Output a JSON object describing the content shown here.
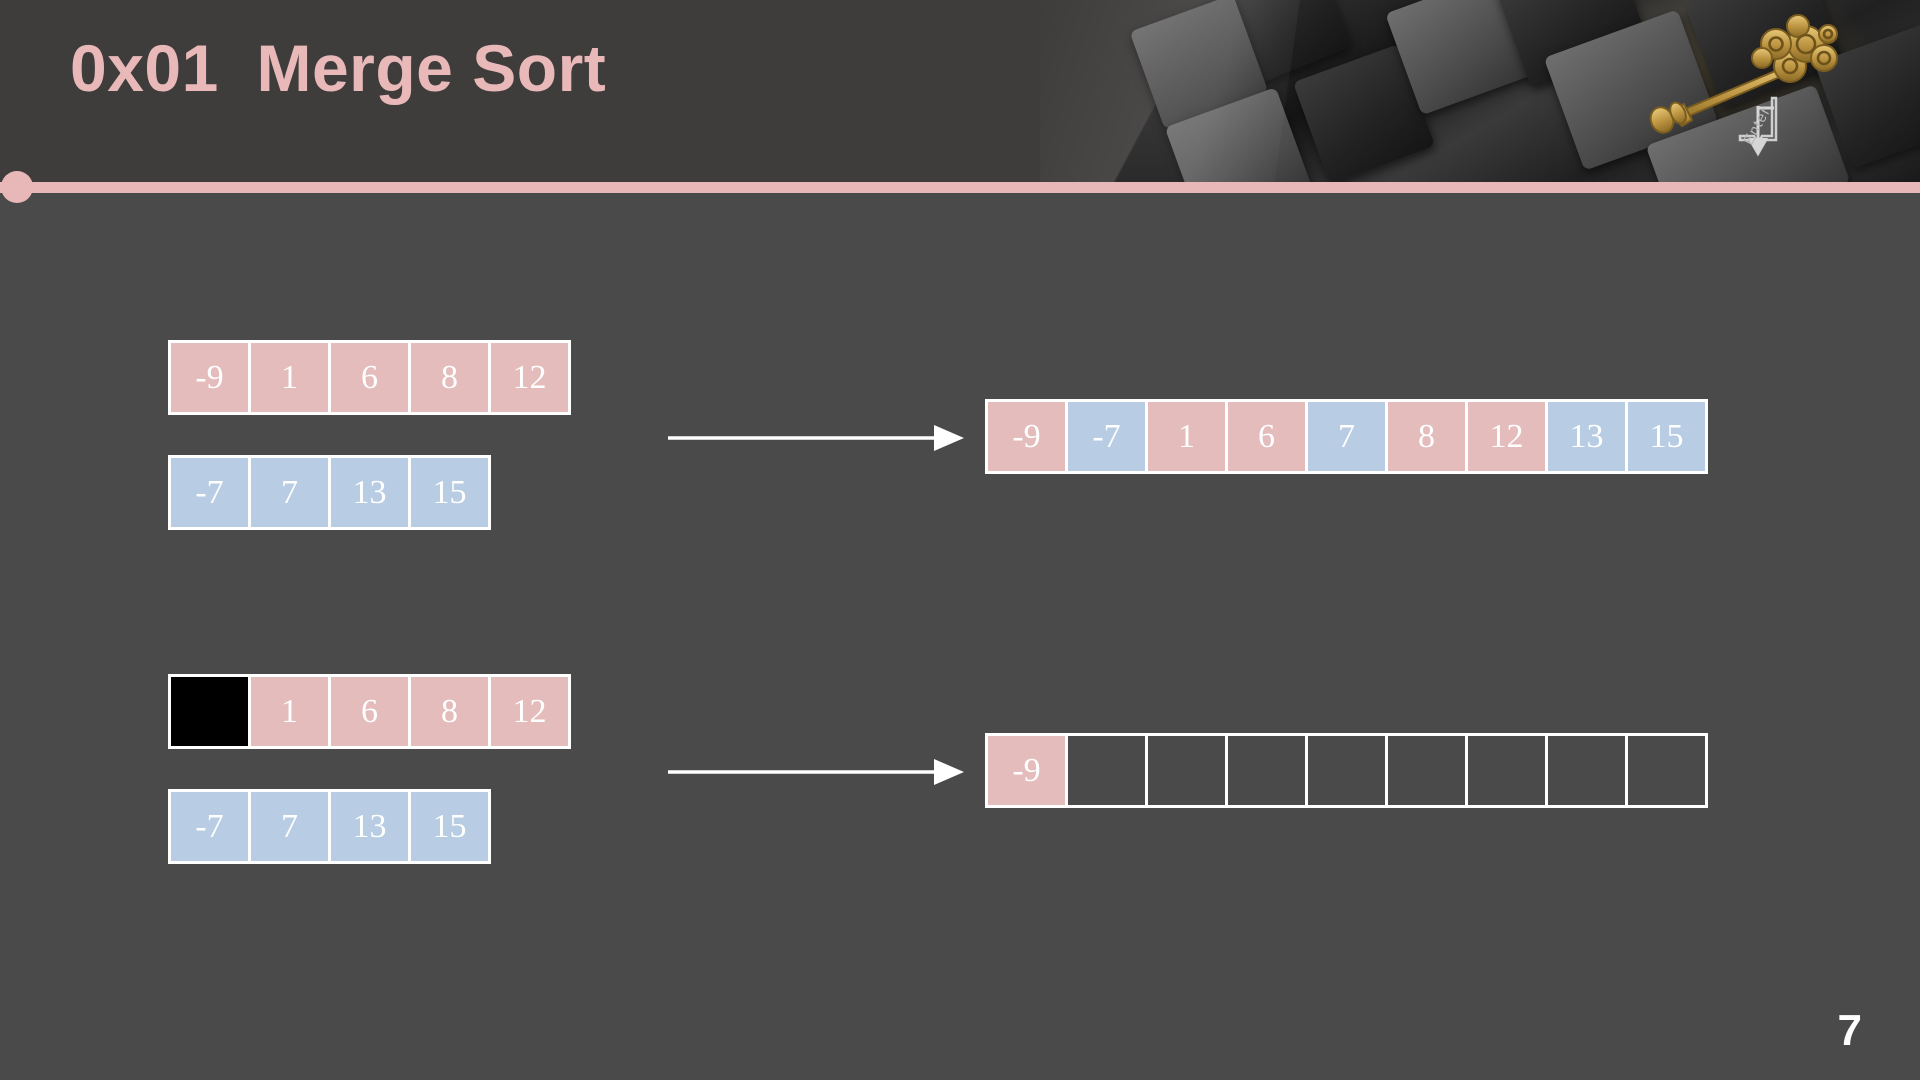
{
  "slide": {
    "title": "0x01  Merge Sort",
    "page_number": "7",
    "background_color": "#4a4a4a",
    "accent_color": "#e8b8b8",
    "header_band_color": "#3f3c3c"
  },
  "header_image": {
    "description": "gold-ornate-key-on-dark-keyboard",
    "enter_key_label": "Enter"
  },
  "colors": {
    "pink_cell": "#e4bcbc",
    "blue_cell": "#b8cce3",
    "empty_cell": "#4a4a4a",
    "consumed_cell": "#000000",
    "cell_border": "#ffffff",
    "text": "#ffffff"
  },
  "diagram": {
    "step_one": {
      "label": "merge-complete",
      "input_top": {
        "name": "left-subarray",
        "cells": [
          {
            "value": "-9",
            "fill": "pink"
          },
          {
            "value": "1",
            "fill": "pink"
          },
          {
            "value": "6",
            "fill": "pink"
          },
          {
            "value": "8",
            "fill": "pink"
          },
          {
            "value": "12",
            "fill": "pink"
          }
        ]
      },
      "input_bottom": {
        "name": "right-subarray",
        "cells": [
          {
            "value": "-7",
            "fill": "blue"
          },
          {
            "value": "7",
            "fill": "blue"
          },
          {
            "value": "13",
            "fill": "blue"
          },
          {
            "value": "15",
            "fill": "blue"
          }
        ]
      },
      "arrow": "arrow-right",
      "output": {
        "name": "merged-array",
        "cells": [
          {
            "value": "-9",
            "fill": "pink"
          },
          {
            "value": "-7",
            "fill": "blue"
          },
          {
            "value": "1",
            "fill": "pink"
          },
          {
            "value": "6",
            "fill": "pink"
          },
          {
            "value": "7",
            "fill": "blue"
          },
          {
            "value": "8",
            "fill": "pink"
          },
          {
            "value": "12",
            "fill": "pink"
          },
          {
            "value": "13",
            "fill": "blue"
          },
          {
            "value": "15",
            "fill": "blue"
          }
        ]
      }
    },
    "step_two": {
      "label": "merge-first-step",
      "input_top": {
        "name": "left-subarray",
        "cells": [
          {
            "value": "",
            "fill": "black"
          },
          {
            "value": "1",
            "fill": "pink"
          },
          {
            "value": "6",
            "fill": "pink"
          },
          {
            "value": "8",
            "fill": "pink"
          },
          {
            "value": "12",
            "fill": "pink"
          }
        ]
      },
      "input_bottom": {
        "name": "right-subarray",
        "cells": [
          {
            "value": "-7",
            "fill": "blue"
          },
          {
            "value": "7",
            "fill": "blue"
          },
          {
            "value": "13",
            "fill": "blue"
          },
          {
            "value": "15",
            "fill": "blue"
          }
        ]
      },
      "arrow": "arrow-right",
      "output": {
        "name": "merged-array-partial",
        "cells": [
          {
            "value": "-9",
            "fill": "pink"
          },
          {
            "value": "",
            "fill": "empty"
          },
          {
            "value": "",
            "fill": "empty"
          },
          {
            "value": "",
            "fill": "empty"
          },
          {
            "value": "",
            "fill": "empty"
          },
          {
            "value": "",
            "fill": "empty"
          },
          {
            "value": "",
            "fill": "empty"
          },
          {
            "value": "",
            "fill": "empty"
          },
          {
            "value": "",
            "fill": "empty"
          }
        ]
      }
    }
  }
}
